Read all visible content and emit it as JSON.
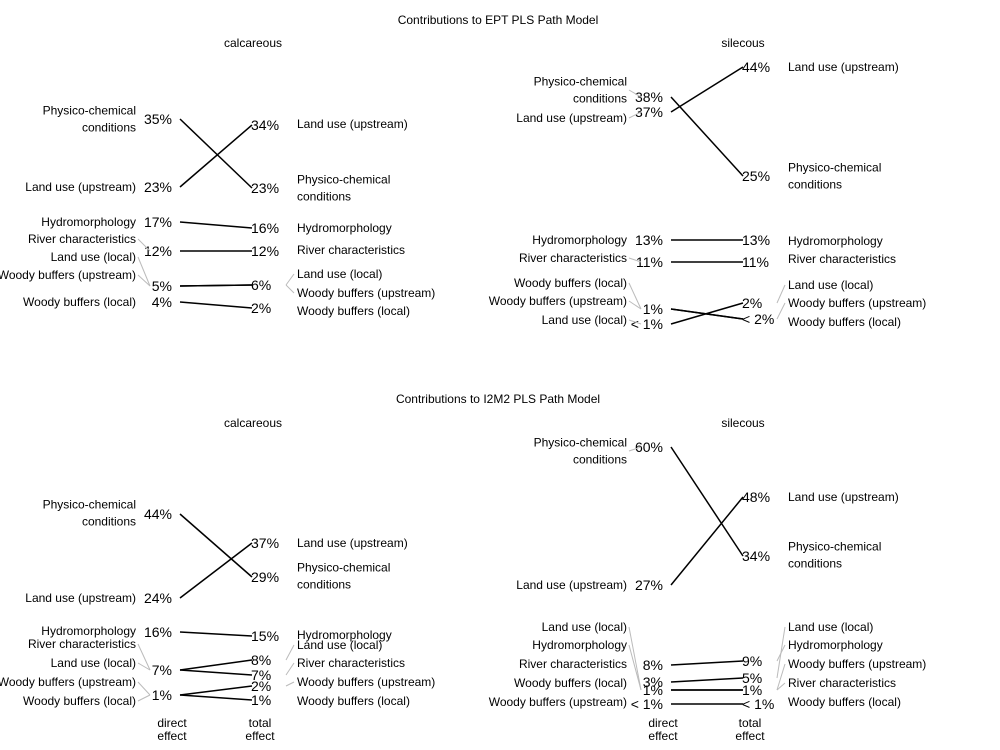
{
  "colors": {
    "line": "#000000",
    "leader": "#bbbbbb",
    "text": "#000000",
    "background": "#ffffff"
  },
  "footer": {
    "direct": [
      "direct",
      "effect"
    ],
    "total": [
      "total",
      "effect"
    ]
  },
  "chart_data": [
    {
      "type": "slopegraph",
      "title": "Contributions to EPT PLS Path Model",
      "subtitle": "calcareous",
      "ylim": [
        0,
        40
      ],
      "links": [
        [
          "Physico-chemical conditions",
          "Physico-chemical conditions"
        ],
        [
          "Land use (upstream)",
          "Land use (upstream)"
        ],
        [
          "Hydromorphology",
          "Hydromorphology"
        ],
        [
          "River characteristics",
          "River characteristics"
        ],
        [
          "Land use (local)",
          "Land use (local)"
        ],
        [
          "Woody buffers (upstream)",
          "Woody buffers (upstream)"
        ],
        [
          "Woody buffers (local)",
          "Woody buffers (local)"
        ]
      ],
      "direct": {
        "labels": [
          "Physico-chemical conditions",
          "Land use (upstream)",
          "Hydromorphology",
          "River characteristics",
          "Land use (local)",
          "Woody buffers (upstream)",
          "Woody buffers (local)"
        ],
        "values": [
          35,
          23,
          17,
          12,
          5,
          5,
          4
        ],
        "value_labels": [
          "35%",
          "23%",
          "17%",
          "12%",
          "5%",
          "4%"
        ],
        "value_label_groups": [
          [
            0
          ],
          [
            1
          ],
          [
            2
          ],
          [
            3
          ],
          [
            4,
            5
          ],
          [
            6
          ]
        ]
      },
      "total": {
        "labels": [
          "Land use (upstream)",
          "Physico-chemical conditions",
          "Hydromorphology",
          "River characteristics",
          "Land use (local)",
          "Woody buffers (upstream)",
          "Woody buffers (local)"
        ],
        "values": [
          34,
          23,
          16,
          12,
          6,
          6,
          2
        ],
        "value_labels": [
          "34%",
          "23%",
          "16%",
          "12%",
          "6%",
          "2%"
        ],
        "value_label_groups": [
          [
            0
          ],
          [
            1
          ],
          [
            2
          ],
          [
            3
          ],
          [
            4,
            5
          ],
          [
            6
          ]
        ]
      }
    },
    {
      "type": "slopegraph",
      "title": "",
      "subtitle": "silecous",
      "ylim": [
        0,
        44
      ],
      "links": [
        [
          "Physico-chemical conditions",
          "Physico-chemical conditions"
        ],
        [
          "Land use (upstream)",
          "Land use (upstream)"
        ],
        [
          "Hydromorphology",
          "Hydromorphology"
        ],
        [
          "River characteristics",
          "River characteristics"
        ],
        [
          "Woody buffers (local)",
          "Woody buffers (local)"
        ],
        [
          "Woody buffers (upstream)",
          "Woody buffers (upstream)"
        ],
        [
          "Land use (local)",
          "Land use (local)"
        ]
      ],
      "direct": {
        "labels": [
          "Physico-chemical conditions",
          "Land use (upstream)",
          "Hydromorphology",
          "River characteristics",
          "Woody buffers (local)",
          "Woody buffers (upstream)",
          "Land use (local)"
        ],
        "values": [
          38,
          37,
          13,
          11,
          1,
          1,
          0
        ],
        "value_labels": [
          "38%",
          "37%",
          "13%",
          "11%",
          "1%",
          "< 1%"
        ],
        "value_label_groups": [
          [
            0
          ],
          [
            1
          ],
          [
            2
          ],
          [
            3
          ],
          [
            4,
            5
          ],
          [
            6
          ]
        ]
      },
      "total": {
        "labels": [
          "Land use (upstream)",
          "Physico-chemical conditions",
          "Hydromorphology",
          "River characteristics",
          "Land use (local)",
          "Woody buffers (upstream)",
          "Woody buffers (local)"
        ],
        "values": [
          44,
          25,
          13,
          11,
          2,
          1,
          1
        ],
        "value_labels": [
          "44%",
          "25%",
          "13%",
          "11%",
          "2%",
          "< 2%"
        ],
        "value_label_groups": [
          [
            0
          ],
          [
            1
          ],
          [
            2
          ],
          [
            3
          ],
          [
            4
          ],
          [
            5,
            6
          ]
        ]
      }
    },
    {
      "type": "slopegraph",
      "title": "Contributions to I2M2 PLS Path Model",
      "subtitle": "calcareous",
      "ylim": [
        0,
        48
      ],
      "links": [
        [
          "Physico-chemical conditions",
          "Physico-chemical conditions"
        ],
        [
          "Land use (upstream)",
          "Land use (upstream)"
        ],
        [
          "Hydromorphology",
          "Hydromorphology"
        ],
        [
          "River characteristics",
          "River characteristics"
        ],
        [
          "Land use (local)",
          "Land use (local)"
        ],
        [
          "Woody buffers (upstream)",
          "Woody buffers (upstream)"
        ],
        [
          "Woody buffers (local)",
          "Woody buffers (local)"
        ]
      ],
      "direct": {
        "labels": [
          "Physico-chemical conditions",
          "Land use (upstream)",
          "Hydromorphology",
          "River characteristics",
          "Land use (local)",
          "Woody buffers (upstream)",
          "Woody buffers (local)"
        ],
        "values": [
          44,
          24,
          16,
          7,
          7,
          1,
          1
        ],
        "value_labels": [
          "44%",
          "24%",
          "16%",
          "7%",
          "1%"
        ],
        "value_label_groups": [
          [
            0
          ],
          [
            1
          ],
          [
            2
          ],
          [
            3,
            4
          ],
          [
            5,
            6
          ]
        ]
      },
      "total": {
        "labels": [
          "Land use (upstream)",
          "Physico-chemical conditions",
          "Hydromorphology",
          "Land use (local)",
          "River characteristics",
          "Woody buffers (upstream)",
          "Woody buffers (local)"
        ],
        "values": [
          37,
          29,
          15,
          8,
          7,
          2,
          1
        ],
        "value_labels": [
          "37%",
          "29%",
          "15%",
          "8%",
          "7%",
          "2%",
          "1%"
        ],
        "value_label_groups": [
          [
            0
          ],
          [
            1
          ],
          [
            2
          ],
          [
            3
          ],
          [
            4
          ],
          [
            5
          ],
          [
            6
          ]
        ]
      }
    },
    {
      "type": "slopegraph",
      "title": "",
      "subtitle": "silecous",
      "ylim": [
        0,
        60
      ],
      "links": [
        [
          "Physico-chemical conditions",
          "Physico-chemical conditions"
        ],
        [
          "Land use (upstream)",
          "Land use (upstream)"
        ],
        [
          "River characteristics",
          "Hydromorphology"
        ],
        [
          "Woody buffers (local)",
          "Land use (local)"
        ],
        [
          "Land use (local)",
          "River characteristics"
        ],
        [
          "Hydromorphology",
          "Woody buffers (upstream)"
        ],
        [
          "Woody buffers (upstream)",
          "Woody buffers (local)"
        ]
      ],
      "direct": {
        "labels": [
          "Physico-chemical conditions",
          "Land use (upstream)",
          "Land use (local)",
          "Hydromorphology",
          "River characteristics",
          "Woody buffers (local)",
          "Woody buffers (upstream)"
        ],
        "values": [
          60,
          27,
          1,
          1,
          8,
          3,
          1
        ],
        "value_labels": [
          "60%",
          "27%",
          "8%",
          "3%",
          "1%",
          "< 1%"
        ],
        "value_label_groups": [
          [
            0
          ],
          [
            1
          ],
          [
            4
          ],
          [
            5
          ],
          [
            2,
            3
          ],
          [
            6
          ]
        ]
      },
      "total": {
        "labels": [
          "Land use (upstream)",
          "Physico-chemical conditions",
          "Land use (local)",
          "Hydromorphology",
          "Woody buffers (upstream)",
          "River characteristics",
          "Woody buffers (local)"
        ],
        "values": [
          48,
          34,
          5,
          9,
          1,
          1,
          1
        ],
        "value_labels": [
          "48%",
          "34%",
          "9%",
          "5%",
          "1%",
          "< 1%"
        ],
        "value_label_groups": [
          [
            0
          ],
          [
            1
          ],
          [
            3
          ],
          [
            2
          ],
          [
            4,
            5
          ],
          [
            6
          ]
        ]
      }
    }
  ]
}
